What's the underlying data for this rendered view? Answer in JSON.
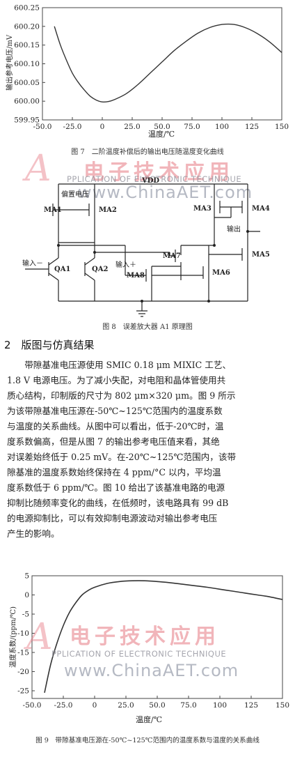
{
  "figure7": {
    "caption": "图 7　二阶温度补偿后的输出电压随温度变化曲线",
    "chart_data": {
      "type": "line",
      "xlabel": "温度/℃",
      "ylabel": "输出参考电压/mV",
      "xlim": [
        -50,
        150
      ],
      "ylim": [
        599.95,
        600.25
      ],
      "xticks": [
        "-50.0",
        "-25.0",
        "0",
        "25.0",
        "50.0",
        "75.0",
        "100",
        "125",
        "150"
      ],
      "yticks": [
        "600.25",
        "600.20",
        "600.15",
        "600.10",
        "600.05",
        "600.00",
        "599.95"
      ],
      "x": [
        -40,
        -35,
        -30,
        -25,
        -20,
        -15,
        -10,
        -5,
        0,
        5,
        10,
        20,
        30,
        40,
        50,
        60,
        70,
        80,
        90,
        100,
        110,
        120,
        130,
        140,
        150
      ],
      "y": [
        600.2,
        600.15,
        600.11,
        600.075,
        600.05,
        600.03,
        600.013,
        600.003,
        599.998,
        599.999,
        600.004,
        600.02,
        600.045,
        600.075,
        600.105,
        600.135,
        600.16,
        600.182,
        600.197,
        600.205,
        600.205,
        600.196,
        600.18,
        600.158,
        600.13
      ]
    }
  },
  "figure8": {
    "caption": "图 8　误差放大器 A1 原理图",
    "labels": {
      "vdd": "VDD",
      "bias": "偏置电压",
      "ma1": "MA1",
      "ma2": "MA2",
      "ma3": "MA3",
      "ma4": "MA4",
      "ma5": "MA5",
      "ma6": "MA6",
      "ma7": "MA7",
      "ma8": "MA8",
      "qa1": "QA1",
      "qa2": "QA2",
      "input_minus": "输入－",
      "input_plus": "输入＋",
      "output": "输出"
    }
  },
  "watermark": {
    "main": "电子技术应用",
    "sub": "PPLICATION OF ELECTRONIC TECHNIQUE",
    "url": "www.ChinaAET.com",
    "letter": "A"
  },
  "section": {
    "title": "2　版图与仿真结果",
    "lines": [
      "　　带隙基准电压源使用 SMIC 0.18 μm MIXIC 工艺、",
      "1.8 V 电源电压。为了减小失配，对电阻和晶体管使用共",
      "质心结构，印制版的尺寸为 802 μm×320 μm。图 9 所示",
      "为该带隙基准电压源在-50℃~125℃范围内的温度系数",
      "与温度的关系曲线。从图中可以看出，低于-20℃时，温",
      "度系数偏高，但是从图 7 的输出参考电压值来看，其绝",
      "对误差始终低于 0.25 mV。在-20℃~125℃范围内，该带",
      "隙基准的温度系数始终保持在 4 ppm/°C 以内，平均温",
      "度系数低于 6 ppm/℃。图 10 给出了该基准电路的电源",
      "抑制比随频率变化的曲线，在低频时，该电路具有 99 dB",
      "的电源抑制比，可以有效抑制电源波动对输出参考电压",
      "产生的影响。"
    ]
  },
  "figure9": {
    "caption": "图 9　带隙基准电压源在-50℃~125℃范围内的温度系数与温度的关系曲线",
    "chart_data": {
      "type": "line",
      "xlabel": "温度/℃",
      "ylabel": "温度系数/(ppm/℃)",
      "xlim": [
        -50,
        150
      ],
      "ylim": [
        -27,
        5
      ],
      "xticks": [
        "-50.0",
        "-25.0",
        "0",
        "25.0",
        "50.0",
        "75.0",
        "100",
        "125",
        "150"
      ],
      "yticks": [
        "5",
        "0",
        "-5",
        "-10",
        "-15",
        "-20",
        "-25"
      ],
      "x": [
        -40,
        -35,
        -30,
        -25,
        -20,
        -15,
        -10,
        -5,
        0,
        10,
        20,
        30,
        40,
        50,
        60,
        70,
        80,
        90,
        100,
        110,
        120,
        130,
        140,
        150
      ],
      "y": [
        -25.5,
        -18,
        -12.5,
        -8,
        -4.5,
        -2,
        0,
        1.2,
        2,
        3,
        3.5,
        3.7,
        3.7,
        3.5,
        3.2,
        2.8,
        2.4,
        2,
        1.5,
        1,
        0.5,
        0,
        -0.5,
        -1.2
      ]
    }
  }
}
